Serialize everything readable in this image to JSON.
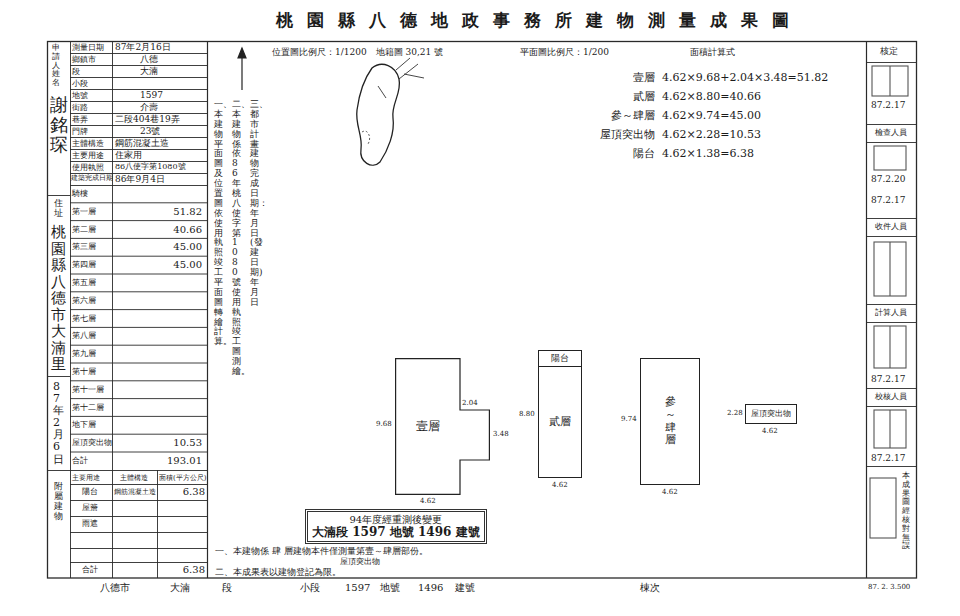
{
  "diagram": {
    "title": "桃園縣八德地政事務所建物測量成果圖",
    "nodes": [
      {
        "text": [
          "壹層"
        ]
      },
      {
        "text": [
          "貳層"
        ]
      },
      {
        "text": [
          "陽台"
        ],
        "in": 1
      },
      {
        "text": [
          "參～肆層"
        ]
      },
      {
        "text": [
          "屋頂突出物"
        ]
      },
      {
        "text": [
          "94年度經重測後變更",
          "大湳段 1597 地號 1496 建號"
        ]
      }
    ],
    "labels": [
      "申請人姓名",
      "謝銘琛",
      "住址",
      "桃園縣八德市大湳里",
      "87年2月6日",
      "附屬建物",
      "測量日期",
      "87年2月16日",
      "鄉鎮市",
      "八德",
      "段",
      "大湳",
      "小段",
      "地號",
      "1597",
      "街路",
      "介壽",
      "巷弄",
      "二段404巷19弄",
      "門牌",
      "23號",
      "主體構造",
      "鋼筋混凝土造",
      "主要用途",
      "住家用",
      "使用執照",
      "86八使字第1080號",
      "建築完成日期",
      "86年9月4日",
      "騎樓",
      "第一層",
      "51.82",
      "第二層",
      "40.66",
      "第三層",
      "45.00",
      "第四層",
      "45.00",
      "第五層",
      "第六層",
      "第七層",
      "第八層",
      "第九層",
      "第十層",
      "第十一層",
      "第十二層",
      "地下層",
      "屋頂突出物",
      "10.53",
      "合計",
      "193.01",
      "主要用途",
      "主體構造",
      "面積(平方公尺)",
      "陽台",
      "鋼筋混凝土造",
      "6.38",
      "屋簷",
      "雨遮",
      "合計",
      "6.38",
      "一、本建物平面圖及位置圖依使用執照竣工平面圖轉繪計算。",
      "二、本建物係依86年桃八使字第1080號使用執照竣工圖測繪。",
      "三、都市計畫建物完成日期：年月日(發建日期)年月日",
      "位置圖比例尺：1/1200　地籍圖 30,21 號",
      "平面圖比例尺：1/200",
      "面積計算式",
      "壹層",
      "4.62×9.68+2.04×3.48=51.82",
      "貳層",
      "4.62×8.80=40.66",
      "參～肆層",
      "4.62×9.74=45.00",
      "屋頂突出物",
      "4.62×2.28=10.53",
      "陽台",
      "4.62×1.38=6.38",
      "核定",
      "87.2.17",
      "檢查人員",
      "87.2.20",
      "87.2.17",
      "收件人員",
      "計算人員",
      "87.2.17",
      "校核人員",
      "87.2.17",
      "本成果圖經核對無誤",
      "9.68",
      "2.04",
      "3.48",
      "4.62",
      "8.80",
      "4.62",
      "9.74",
      "4.62",
      "2.28",
      "4.62",
      "一、本建物係 肆 層建物本件僅測量第壹～肆層部份。",
      "屋頂突出物",
      "二、本成果表以建物登記為限。",
      "八德市",
      "大湳",
      "段",
      "小段",
      "1597",
      "地號",
      "1496",
      "建號",
      "棟次",
      "87. 2. 3.500"
    ]
  }
}
